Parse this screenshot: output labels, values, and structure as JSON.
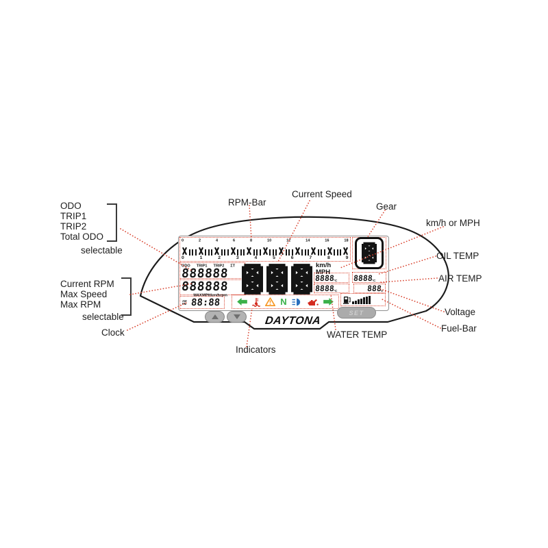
{
  "device": {
    "brand": "DAYTONA",
    "buttons": {
      "up": "▲",
      "down": "▼",
      "set": "SET"
    }
  },
  "lcd": {
    "rpm_scale_top": [
      "0",
      "2",
      "4",
      "6",
      "8",
      "10",
      "12",
      "14",
      "16",
      "18"
    ],
    "rpm_scale_bottom": [
      "0",
      "1",
      "2",
      "3",
      "4",
      "5",
      "6",
      "7",
      "8",
      "9"
    ],
    "mode_labels": [
      "ODO",
      "TRIP1",
      "TRIP2",
      "ΣT"
    ],
    "odo_value": "888888",
    "rpm_value": "888888",
    "rpm_sub_labels": [
      "MAX",
      "MPH",
      "km/h",
      "rpm"
    ],
    "speed_value": "888",
    "speed_units": [
      "km/h",
      "MPH"
    ],
    "gear_value": "8",
    "clock": {
      "am": "AM",
      "pm": "PM",
      "value": "88:88"
    },
    "water_temp": {
      "value": "8888",
      "unit": "°C"
    },
    "oil_temp": {
      "value": "8888",
      "unit": "°C"
    },
    "air_temp": {
      "value": "8888",
      "unit": "°C"
    },
    "voltage": {
      "value": "888",
      "unit": "V"
    },
    "fuel_bar_segments": 7,
    "neutral_indicator": "N",
    "indicator_icons": [
      "left-turn-icon",
      "coolant-temp-icon",
      "warning-icon",
      "neutral-indicator",
      "high-beam-icon",
      "oil-pressure-icon",
      "right-turn-icon"
    ]
  },
  "callouts": {
    "odo_group": {
      "lines": [
        "ODO",
        "TRIP1",
        "TRIP2",
        "Total ODO"
      ],
      "note": "selectable"
    },
    "rpm_group": {
      "lines": [
        "Current RPM",
        "Max Speed",
        "Max RPM"
      ],
      "note": "selectable"
    },
    "clock": "Clock",
    "rpm_bar": "RPM-Bar",
    "current_speed": "Current Speed",
    "gear": "Gear",
    "kmh_or_mph": "km/h or MPH",
    "oil_temp": "OIL TEMP",
    "air_temp": "AIR TEMP",
    "voltage": "Voltage",
    "fuel_bar": "Fuel-Bar",
    "water_temp": "WATER TEMP",
    "indicators": "Indicators"
  },
  "colors": {
    "callout_line": "#d9432f",
    "turn_signal_green": "#3bb14a",
    "warning_orange": "#f7941d",
    "high_beam_blue": "#2a6fbd",
    "alert_red": "#d42a1e",
    "lcd_black": "#141414"
  }
}
